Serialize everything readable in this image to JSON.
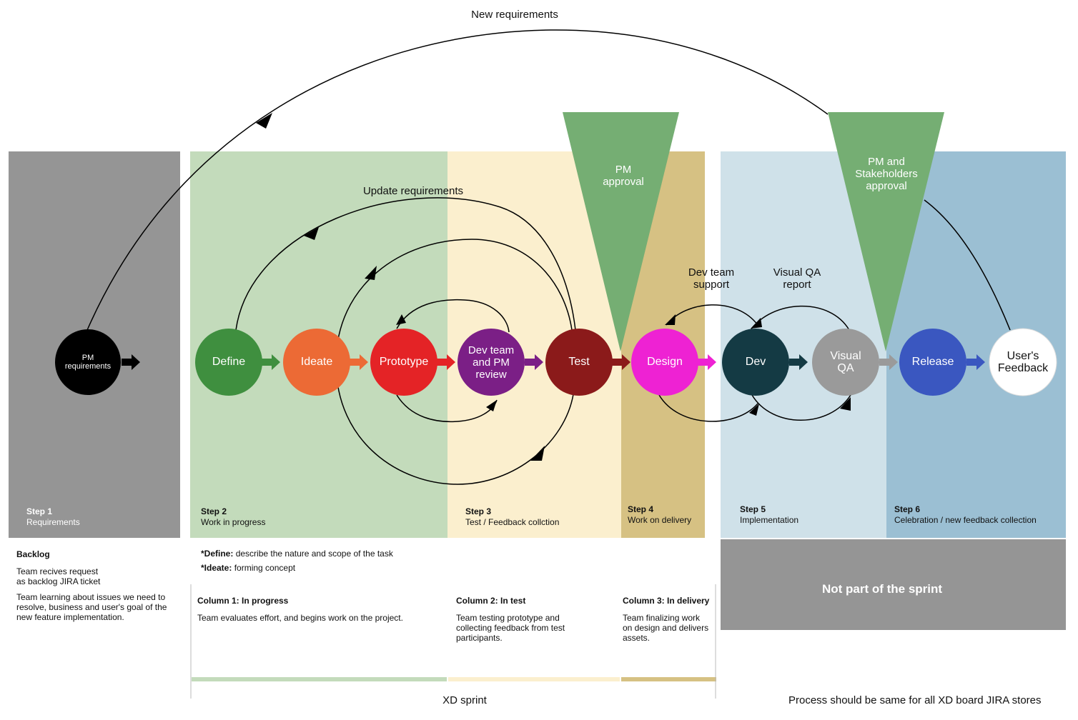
{
  "top_label": "New requirements",
  "update_label": "Update requirements",
  "approvals": {
    "pm": "PM\napproval",
    "stakeholders": "PM and\nStakeholders\napproval"
  },
  "loop_labels": {
    "dev_support": "Dev team\nsupport",
    "visual_qa_report": "Visual QA\nreport"
  },
  "nodes": [
    {
      "id": "pm-requirements",
      "label": "PM\nrequirements",
      "color": "#000000"
    },
    {
      "id": "define",
      "label": "Define",
      "color": "#3f8f3f"
    },
    {
      "id": "ideate",
      "label": "Ideate",
      "color": "#ec6a35"
    },
    {
      "id": "prototype",
      "label": "Prototype",
      "color": "#e42326"
    },
    {
      "id": "dev-team-review",
      "label": "Dev team\nand PM\nreview",
      "color": "#7b1f86"
    },
    {
      "id": "test",
      "label": "Test",
      "color": "#8b1a1a"
    },
    {
      "id": "design",
      "label": "Design",
      "color": "#ee22d3"
    },
    {
      "id": "dev",
      "label": "Dev",
      "color": "#143a44"
    },
    {
      "id": "visual-qa",
      "label": "Visual\nQA",
      "color": "#9a9a9a"
    },
    {
      "id": "release",
      "label": "Release",
      "color": "#3a57c0"
    },
    {
      "id": "users-feedback",
      "label": "User's\nFeedback",
      "color": "#ffffff"
    }
  ],
  "steps": [
    {
      "title": "Step 1",
      "text": "Requirements"
    },
    {
      "title": "Step 2",
      "text": "Work in progress"
    },
    {
      "title": "Step 3",
      "text": "Test / Feedback collction"
    },
    {
      "title": "Step 4",
      "text": "Work on delivery"
    },
    {
      "title": "Step 5",
      "text": "Implementation"
    },
    {
      "title": "Step 6",
      "text": "Celebration / new feedback collection"
    }
  ],
  "backlog": {
    "title": "Backlog",
    "p1": "Team recives request\nas backlog JIRA ticket",
    "p2": "Team learning about issues we need to\nresolve, business and user's goal of the\nnew feature implementation."
  },
  "definitions": {
    "define_term": "*Define:",
    "define_text": "describe the nature and scope of the task",
    "ideate_term": "*Ideate:",
    "ideate_text": "forming concept"
  },
  "columns": [
    {
      "title": "Column 1: In progress",
      "text": "Team evaluates effort, and begins work on the project."
    },
    {
      "title": "Column 2: In test",
      "text": "Team testing prototype and\ncollecting feedback from test\nparticipants."
    },
    {
      "title": "Column 3: In delivery",
      "text": "Team finalizing work\non design and delivers\nassets."
    }
  ],
  "not_sprint": "Not part of the sprint",
  "xd_sprint": "XD sprint",
  "footer_note": "Process should be same for all XD board JIRA stores",
  "colors": {
    "step1_bg": "#959595",
    "step2_bg": "#c3dbbb",
    "step3_bg": "#fbefce",
    "step4_bg": "#d6c183",
    "step5_bg": "#cfe1e9",
    "step6_bg": "#9bbfd3",
    "approval": "#75ae73",
    "not_sprint_bg": "#959595"
  }
}
